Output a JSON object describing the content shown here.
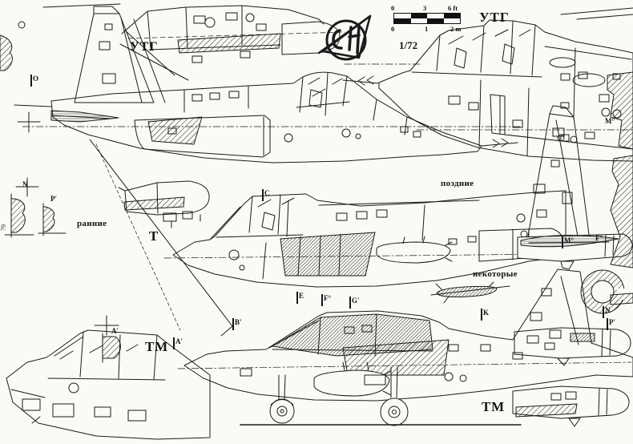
{
  "page": {
    "background": "#fbfaf6",
    "ink": "#1b1b1b"
  },
  "scale_bar": {
    "feet_labels": [
      "0",
      "3",
      "6 ft"
    ],
    "meter_labels": [
      "0",
      "1",
      "2 m"
    ],
    "ratio": "1/72"
  },
  "logo": {
    "name": "Sukhoi OKB emblem"
  },
  "labels": {
    "utg_left": "УТГ",
    "utg_top_right": "УТГ",
    "t": "Т",
    "tm_bottom_left": "ТМ",
    "tm_bottom_right": "ТМ"
  },
  "notes": {
    "early": "ранние",
    "late": "поздние",
    "some": "некоторые",
    "edge_number": "79"
  },
  "markers": {
    "o": "O",
    "n_left": "N",
    "p_left": "P'",
    "c": "C",
    "m_right_edge": "M°",
    "m_mid": "M°",
    "f_mid": "F°",
    "e": "E",
    "f_bottom": "F°",
    "g": "G'",
    "b": "B'",
    "a_section": "A'",
    "a_tick": "A'",
    "k": "K",
    "n_right": "N",
    "p_right": "P'"
  }
}
